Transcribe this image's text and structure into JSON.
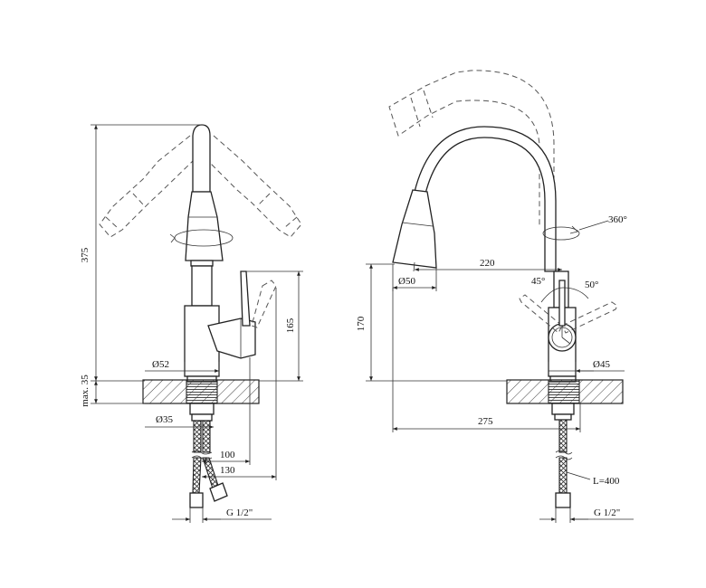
{
  "left_view": {
    "height_375": "375",
    "height_165": "165",
    "max_35": "max. 35",
    "dia_52": "Ø52",
    "dia_35": "Ø35",
    "reach_100": "100",
    "reach_130": "130",
    "thread": "G 1/2\""
  },
  "right_view": {
    "height_170": "170",
    "reach_220": "220",
    "reach_275": "275",
    "dia_50": "Ø50",
    "dia_45": "Ø45",
    "angle_45": "45°",
    "angle_50": "50°",
    "rotation": "360°",
    "hose_length": "L=400",
    "thread": "G 1/2\""
  }
}
